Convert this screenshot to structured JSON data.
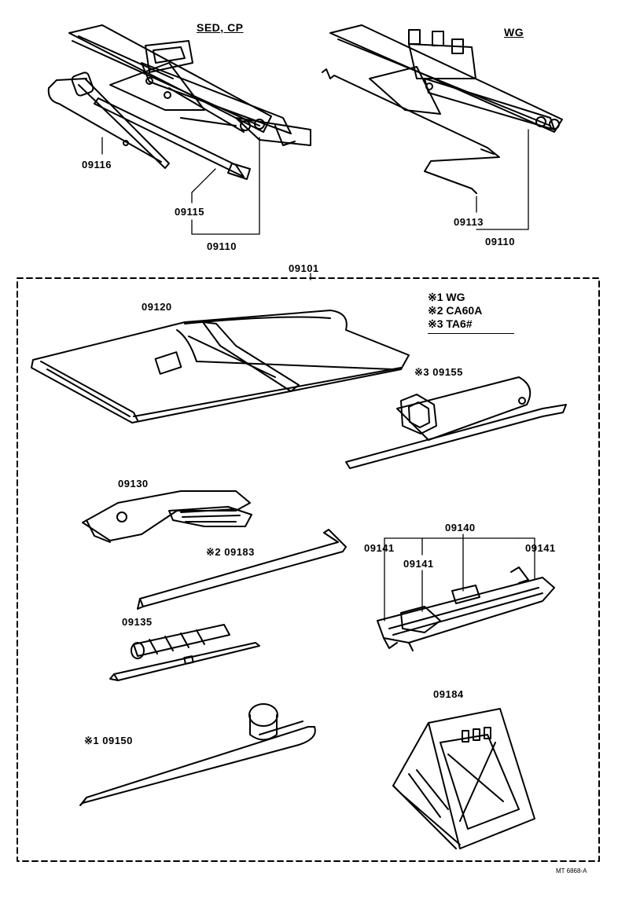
{
  "headers": {
    "sed_cp": "SED, CP",
    "wg": "WG"
  },
  "top_parts": {
    "p09116": "09116",
    "p09115": "09115",
    "p09110_left": "09110",
    "p09113": "09113",
    "p09110_right": "09110"
  },
  "kit_label": "09101",
  "legend": [
    {
      "mark": "※1",
      "text": "WG"
    },
    {
      "mark": "※2",
      "text": "CA60A"
    },
    {
      "mark": "※3",
      "text": "TA6#"
    }
  ],
  "kit_parts": {
    "p09120": "09120",
    "p09155": "※3 09155",
    "p09130": "09130",
    "p09183": "※2 09183",
    "p09140": "09140",
    "p09141_a": "09141",
    "p09141_b": "09141",
    "p09141_c": "09141",
    "p09135": "09135",
    "p09184": "09184",
    "p09150": "※1  09150"
  },
  "drawing_code": "MT 6868-A"
}
